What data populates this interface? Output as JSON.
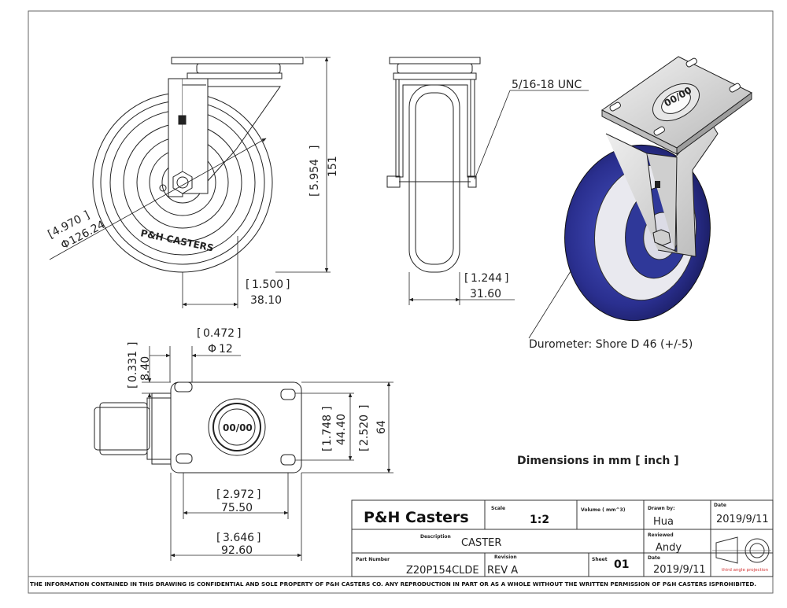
{
  "dimensions": {
    "front_height_in": "5.954",
    "front_height_mm": "151",
    "wheel_dia_in": "4.970",
    "wheel_dia_mm": "126.24",
    "offset_in": "1.500",
    "offset_mm": "38.10",
    "side_thread": "5/16-18 UNC",
    "wheel_width_in": "1.244",
    "wheel_width_mm": "31.60",
    "hole_dia_in": "0.472",
    "hole_dia_mm": "12",
    "plate_thick_in": "0.331",
    "plate_thick_mm": "8.40",
    "hole_spacing_y_in": "1.748",
    "hole_spacing_y_mm": "44.40",
    "plate_width_in": "2.520",
    "plate_width_mm": "64",
    "hole_spacing_x_in": "2.972",
    "hole_spacing_x_mm": "75.50",
    "plate_length_in": "3.646",
    "plate_length_mm": "92.60"
  },
  "labels": {
    "brand_on_wheel": "P&H CASTERS",
    "plate_mark": "00/00",
    "durometer": "Durometer: Shore D 46 (+/-5)",
    "units_note": "Dimensions in mm [ inch ]"
  },
  "title_block": {
    "company": "P&H Casters",
    "scale_label": "Scale",
    "scale_value": "1:2",
    "volume_label": "Volume ( mm^3)",
    "drawn_by_label": "Drawn by:",
    "drawn_by_value": "Hua",
    "date_label": "Date",
    "date_value": "2019/9/11",
    "description_label": "Description",
    "description_value": "CASTER",
    "reviewed_label": "Reviewed",
    "reviewed_value": "Andy",
    "part_number_label": "Part Number",
    "part_number_value": "Z20P154CLDE",
    "revision_label": "Revision",
    "revision_value": "REV A",
    "sheet_label": "Sheet",
    "sheet_value": "01",
    "date2_label": "Date",
    "date2_value": "2019/9/11",
    "projection_label": "third angle projection"
  },
  "footer": "THE INFORMATION CONTAINED IN THIS DRAWING IS CONFIDENTIAL AND SOLE PROPERTY OF P&H CASTERS CO.  ANY REPRODUCTION IN PART OR AS A WHOLE WITHOUT THE WRITTEN PERMISSION OF P&H CASTERS ISPROHIBITED.",
  "colors": {
    "line": "#222222",
    "wheel_blue": "#2a2f8f",
    "projection_red": "#d33333"
  }
}
